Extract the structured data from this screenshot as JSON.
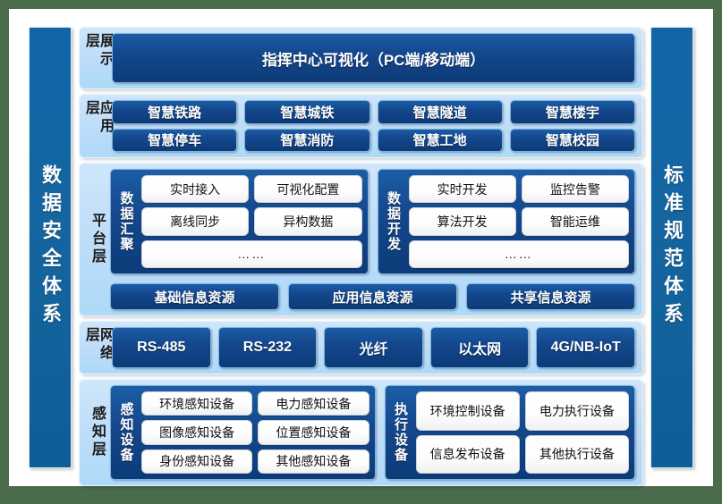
{
  "pillars": {
    "left": "数据安全体系",
    "right": "标准规范体系"
  },
  "layers": {
    "display": {
      "name": "展示层",
      "banner": "指挥中心可视化（PC端/移动端）"
    },
    "application": {
      "name": "应用层",
      "row1": [
        "智慧铁路",
        "智慧城铁",
        "智慧隧道",
        "智慧楼宇"
      ],
      "row2": [
        "智慧停车",
        "智慧消防",
        "智慧工地",
        "智慧校园"
      ]
    },
    "platform": {
      "name": "平台层",
      "groups": [
        {
          "title": "数据汇聚",
          "row1": [
            "实时接入",
            "可视化配置"
          ],
          "row2": [
            "离线同步",
            "异构数据"
          ],
          "row3": [
            "……"
          ]
        },
        {
          "title": "数据开发",
          "row1": [
            "实时开发",
            "监控告警"
          ],
          "row2": [
            "算法开发",
            "智能运维"
          ],
          "row3": [
            "……"
          ]
        }
      ],
      "resources": [
        "基础信息资源",
        "应用信息资源",
        "共享信息资源"
      ]
    },
    "network": {
      "name": "网络层",
      "items": [
        "RS-485",
        "RS-232",
        "光纤",
        "以太网",
        "4G/NB-IoT"
      ]
    },
    "sensing": {
      "name": "感知层",
      "groups": [
        {
          "title": "感知设备",
          "row1": [
            "环境感知设备",
            "电力感知设备"
          ],
          "row2": [
            "图像感知设备",
            "位置感知设备"
          ],
          "row3": [
            "身份感知设备",
            "其他感知设备"
          ]
        },
        {
          "title": "执行设备",
          "row1": [
            "环境控制设备",
            "电力执行设备"
          ],
          "row2": [
            "信息发布设备",
            "其他执行设备"
          ]
        }
      ]
    }
  },
  "colors": {
    "outer_background": "#4b6b4d",
    "canvas": "#ffffff",
    "pillar_blue": "#14659f",
    "layer_panel_blue": "#bcdcf8",
    "dark_box_blue": "#14478c",
    "white_box": "#ffffff"
  }
}
